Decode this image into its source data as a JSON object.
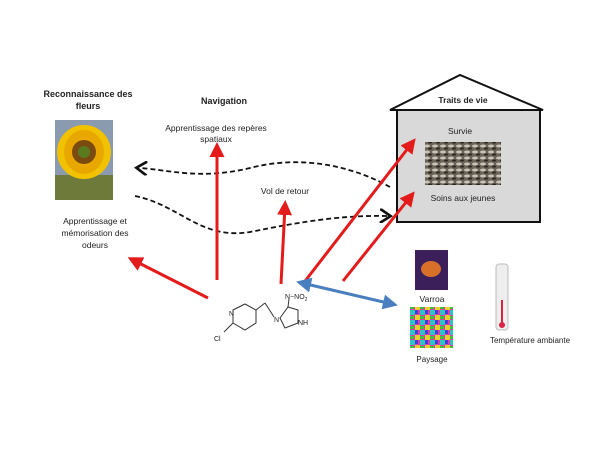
{
  "labels": {
    "flower_title_1": "Reconnaissance des",
    "flower_title_2": "fleurs",
    "navigation": "Navigation",
    "landmarks_1": "Apprentissage des repères",
    "landmarks_2": "spatiaux",
    "return_flight": "Vol de retour",
    "odor_1": "Apprentissage  et",
    "odor_2": "mémorisation des",
    "odor_3": "odeurs",
    "life_traits": "Traits de vie",
    "survival": "Survie",
    "brood_care": "Soins aux jeunes",
    "varroa": "Varroa",
    "landscape": "Paysage",
    "temperature": "Température ambiante",
    "chem_n_no2": "N−NO",
    "chem_no2_sub": "2",
    "chem_n_ring": "N",
    "chem_n_imid": "N",
    "chem_nh": "NH",
    "chem_cl": "Cl"
  },
  "colors": {
    "red_arrow": "#e31b1b",
    "blue_arrow": "#4a7fbf",
    "house_fill": "#d9d9d9"
  }
}
